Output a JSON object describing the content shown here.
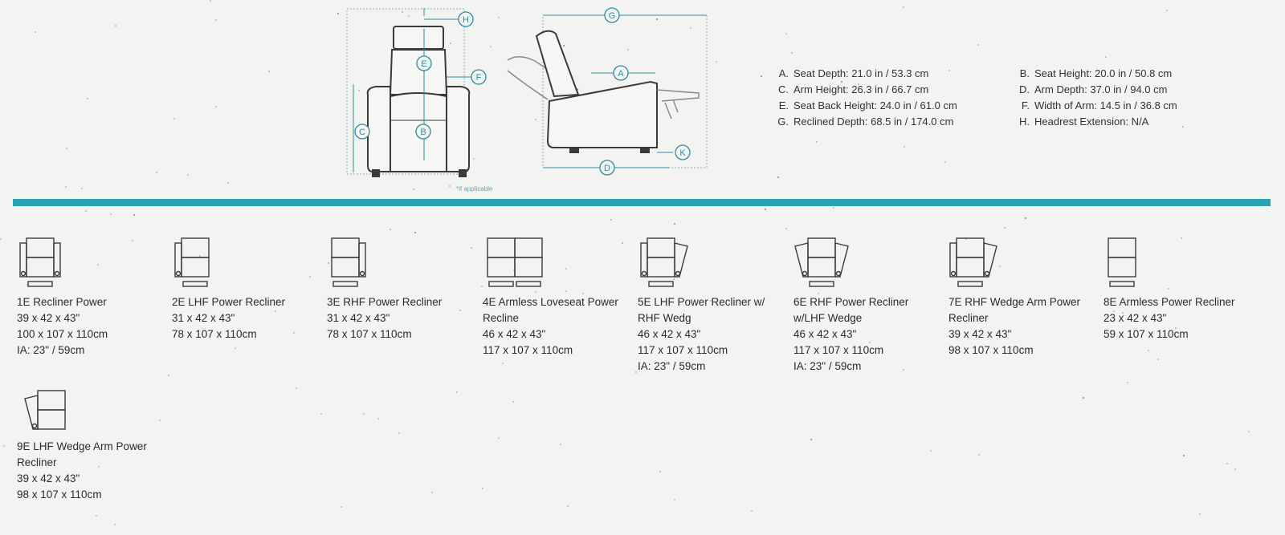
{
  "diagram": {
    "markers": [
      "H",
      "E",
      "F",
      "C",
      "B",
      "G",
      "A",
      "D",
      "K"
    ],
    "footnote": "*if applicable"
  },
  "specs": [
    {
      "letter": "A.",
      "text": "Seat Depth: 21.0 in / 53.3 cm"
    },
    {
      "letter": "B.",
      "text": "Seat Height: 20.0 in / 50.8 cm"
    },
    {
      "letter": "C.",
      "text": "Arm Height: 26.3 in / 66.7 cm"
    },
    {
      "letter": "D.",
      "text": "Arm Depth: 37.0 in / 94.0 cm"
    },
    {
      "letter": "E.",
      "text": "Seat Back Height: 24.0 in / 61.0 cm"
    },
    {
      "letter": "F.",
      "text": "Width of Arm: 14.5 in / 36.8 cm"
    },
    {
      "letter": "G.",
      "text": "Reclined Depth: 68.5 in / 174.0 cm"
    },
    {
      "letter": "H.",
      "text": "Headrest Extension: N/A"
    }
  ],
  "divider_color": "#28a4b3",
  "modules": [
    {
      "name": "1E Recliner Power",
      "dims_in": "39 x 42 x 43\"",
      "dims_cm": "100 x 107 x 110cm",
      "ia": "IA: 23\" / 59cm"
    },
    {
      "name": "2E LHF Power Recliner",
      "dims_in": "31 x 42 x 43\"",
      "dims_cm": "78 x 107 x 110cm"
    },
    {
      "name": "3E RHF Power Recliner",
      "dims_in": "31 x 42 x 43\"",
      "dims_cm": "78 x 107 x 110cm"
    },
    {
      "name": "4E Armless Loveseat Power Recline",
      "dims_in": "46 x 42 x 43\"",
      "dims_cm": "117 x 107 x 110cm"
    },
    {
      "name": "5E LHF Power Recliner w/ RHF Wedg",
      "dims_in": "46 x 42 x 43\"",
      "dims_cm": "117 x 107 x 110cm",
      "ia": "IA: 23\" / 59cm"
    },
    {
      "name": "6E RHF Power Recliner w/LHF Wedge",
      "dims_in": "46 x 42 x 43\"",
      "dims_cm": "117 x 107 x 110cm",
      "ia": "IA: 23\" / 59cm"
    },
    {
      "name": "7E RHF Wedge Arm Power Recliner",
      "dims_in": "39 x 42 x 43\"",
      "dims_cm": "98 x 107 x 110cm"
    },
    {
      "name": "8E Armless Power Recliner",
      "dims_in": "23 x 42 x 43\"",
      "dims_cm": "59 x 107 x 110cm"
    },
    {
      "name": "9E LHF Wedge Arm Power Recliner",
      "dims_in": "39 x 42 x 43\"",
      "dims_cm": "98 x 107 x 110cm"
    }
  ]
}
